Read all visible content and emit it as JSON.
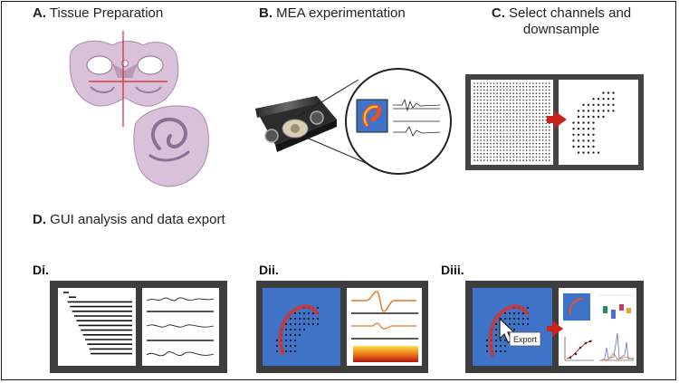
{
  "panels": {
    "a": {
      "prefix": "A.",
      "title": "Tissue Preparation"
    },
    "b": {
      "prefix": "B.",
      "title": "MEA experimentation"
    },
    "c": {
      "prefix": "C.",
      "title_line1": "Select channels and",
      "title_line2": "downsample"
    },
    "d": {
      "prefix": "D.",
      "title": "GUI analysis and data export"
    }
  },
  "subpanels": {
    "di": "Di.",
    "dii": "Dii.",
    "diii": "Diii."
  },
  "export_label": "Export",
  "colors": {
    "gui_frame": "#3d3d3d",
    "blue_panel": "#3e73c8",
    "tissue": "#d9c2d9",
    "tissue_dark": "#9a7d9e",
    "arrow_red": "#c8231d",
    "crosshair": "#d6242a"
  }
}
